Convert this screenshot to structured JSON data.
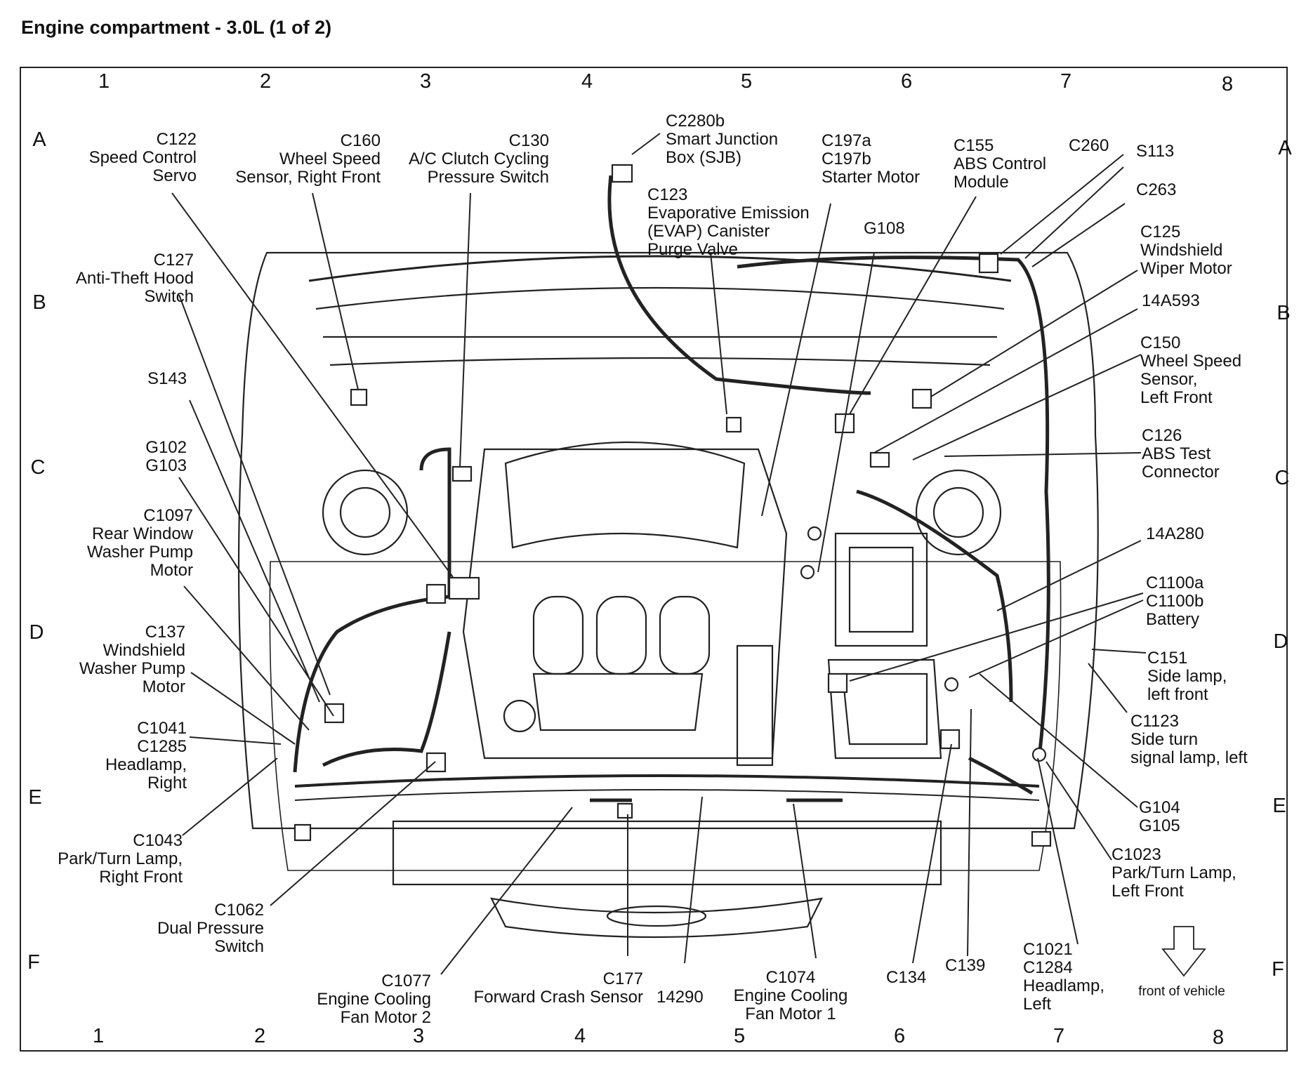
{
  "title": "Engine compartment - 3.0L (1 of 2)",
  "grid": {
    "columns": [
      "1",
      "2",
      "3",
      "4",
      "5",
      "6",
      "7",
      "8"
    ],
    "rows": [
      "A",
      "B",
      "C",
      "D",
      "E",
      "F"
    ]
  },
  "callouts": [
    {
      "id": "c122",
      "lines": [
        "C122",
        "Speed Control",
        "Servo"
      ]
    },
    {
      "id": "c160",
      "lines": [
        "C160",
        "Wheel Speed",
        "Sensor, Right Front"
      ]
    },
    {
      "id": "c130",
      "lines": [
        "C130",
        "A/C Clutch Cycling",
        "Pressure Switch"
      ]
    },
    {
      "id": "c2280b",
      "lines": [
        "C2280b",
        "Smart Junction",
        "Box (SJB)"
      ]
    },
    {
      "id": "c197",
      "lines": [
        "C197a",
        "C197b",
        "Starter Motor"
      ]
    },
    {
      "id": "c155",
      "lines": [
        "C155",
        "ABS Control",
        "Module"
      ]
    },
    {
      "id": "c260",
      "lines": [
        "C260"
      ]
    },
    {
      "id": "s113",
      "lines": [
        "S113"
      ]
    },
    {
      "id": "c263",
      "lines": [
        "C263"
      ]
    },
    {
      "id": "c123",
      "lines": [
        "C123",
        "Evaporative Emission",
        "(EVAP) Canister",
        "Purge Valve"
      ]
    },
    {
      "id": "g108",
      "lines": [
        "G108"
      ]
    },
    {
      "id": "c125",
      "lines": [
        "C125",
        "Windshield",
        "Wiper Motor"
      ]
    },
    {
      "id": "c127",
      "lines": [
        "C127",
        "Anti-Theft Hood",
        "Switch"
      ]
    },
    {
      "id": "a593",
      "lines": [
        "14A593"
      ]
    },
    {
      "id": "c150",
      "lines": [
        "C150",
        "Wheel Speed",
        "Sensor,",
        "Left Front"
      ]
    },
    {
      "id": "s143",
      "lines": [
        "S143"
      ]
    },
    {
      "id": "g102",
      "lines": [
        "G102",
        "G103"
      ]
    },
    {
      "id": "c126",
      "lines": [
        "C126",
        "ABS Test",
        "Connector"
      ]
    },
    {
      "id": "c1097",
      "lines": [
        "C1097",
        "Rear Window",
        "Washer Pump",
        "Motor"
      ]
    },
    {
      "id": "a280",
      "lines": [
        "14A280"
      ]
    },
    {
      "id": "c1100",
      "lines": [
        "C1100a",
        "C1100b",
        "Battery"
      ]
    },
    {
      "id": "c137",
      "lines": [
        "C137",
        "Windshield",
        "Washer Pump",
        "Motor"
      ]
    },
    {
      "id": "c151",
      "lines": [
        "C151",
        "Side lamp,",
        "left front"
      ]
    },
    {
      "id": "c1041",
      "lines": [
        "C1041",
        "C1285",
        "Headlamp,",
        "Right"
      ]
    },
    {
      "id": "c1123",
      "lines": [
        "C1123",
        "Side turn",
        "signal lamp, left"
      ]
    },
    {
      "id": "g104",
      "lines": [
        "G104",
        "G105"
      ]
    },
    {
      "id": "c1043",
      "lines": [
        "C1043",
        "Park/Turn Lamp,",
        "Right Front"
      ]
    },
    {
      "id": "c1023",
      "lines": [
        "C1023",
        "Park/Turn Lamp,",
        "Left Front"
      ]
    },
    {
      "id": "c1062",
      "lines": [
        "C1062",
        "Dual Pressure",
        "Switch"
      ]
    },
    {
      "id": "c1021",
      "lines": [
        "C1021",
        "C1284",
        "Headlamp,",
        "Left"
      ]
    },
    {
      "id": "c1077",
      "lines": [
        "C1077",
        "Engine Cooling",
        "Fan Motor 2"
      ]
    },
    {
      "id": "c177",
      "lines": [
        "C177",
        "Forward Crash Sensor"
      ]
    },
    {
      "id": "n14290",
      "lines": [
        "14290"
      ]
    },
    {
      "id": "c1074",
      "lines": [
        "C1074",
        "Engine Cooling",
        "Fan Motor 1"
      ]
    },
    {
      "id": "c134",
      "lines": [
        "C134"
      ]
    },
    {
      "id": "c139",
      "lines": [
        "C139"
      ]
    }
  ],
  "front_note": "front of vehicle"
}
